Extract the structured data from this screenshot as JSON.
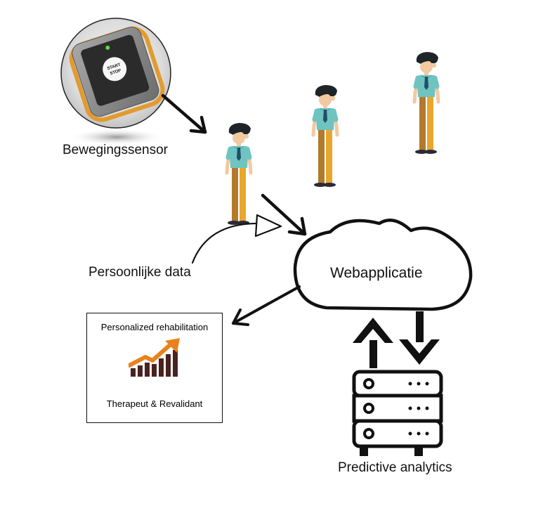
{
  "labels": {
    "sensor": "Bewegingssensor",
    "personal_data": "Persoonlijke data",
    "webapp": "Webapplicatie",
    "predictive": "Predictive analytics"
  },
  "rehab_box": {
    "title": "Personalized rehabilitation",
    "subtitle": "Therapeut & Revalidant"
  },
  "device": {
    "button_line1": "START",
    "button_line2": "STOP"
  },
  "icons": {
    "people": "person-figure-icon",
    "trend": "trending-up-chart-icon",
    "server": "server-icon",
    "cloud": "cloud-icon"
  },
  "colors": {
    "shirt": "#6fc3c0",
    "pants": "#e8a72c",
    "skin": "#f2c9a0",
    "hair": "#1e2428",
    "tie": "#1f4f6a",
    "trend_arrow": "#e8821e",
    "trend_bars": "#4a2220",
    "device_strap": "#e39a2e"
  }
}
